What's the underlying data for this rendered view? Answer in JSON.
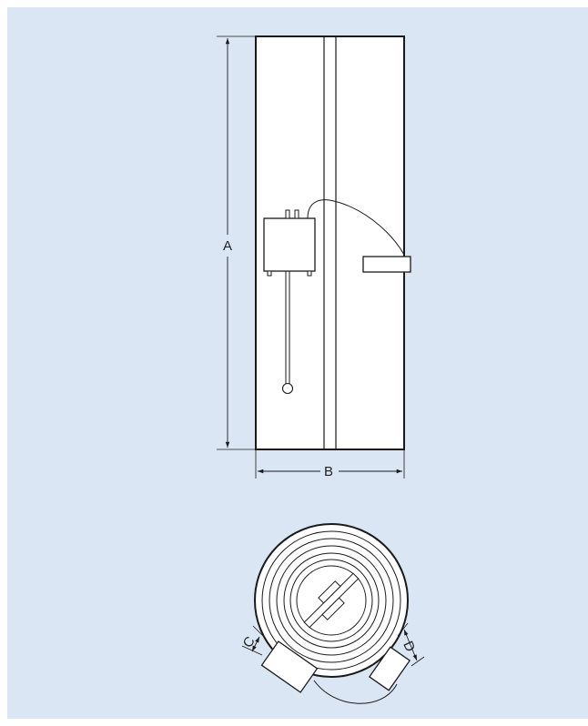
{
  "colors": {
    "background": "#dbe6f4",
    "body_fill": "#ffffff",
    "stroke": "#1a1a1a"
  },
  "dimensions": {
    "a_label": "A",
    "b_label": "B",
    "c_label": "C",
    "d_label": "D"
  }
}
